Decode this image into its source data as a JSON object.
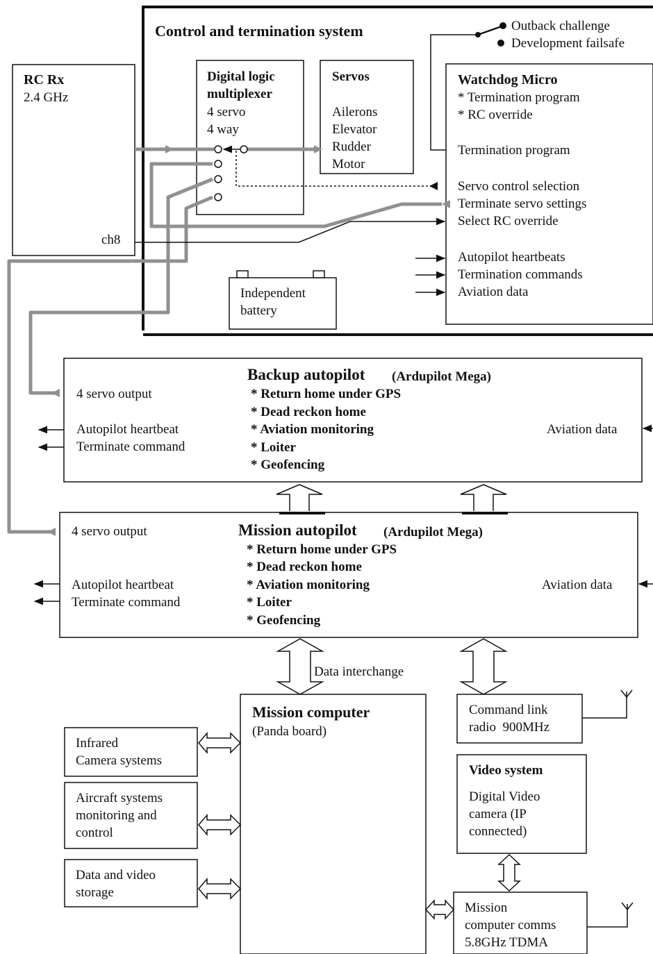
{
  "control_system": {
    "title": "Control and termination system",
    "switch_option_1": "Outback challenge",
    "switch_option_2": "Development failsafe",
    "battery_label": "Independent\nbattery"
  },
  "rc_rx": {
    "title": "RC Rx",
    "freq": "2.4 GHz",
    "ch8": "ch8"
  },
  "multiplexer": {
    "title": "Digital logic\nmultiplexer",
    "spec": "4 servo\n4 way"
  },
  "servos": {
    "title": "Servos",
    "items": [
      "Ailerons",
      "Elevator",
      "Rudder",
      "Motor"
    ]
  },
  "watchdog": {
    "title": "Watchdog Micro",
    "features": [
      "* Termination program",
      "* RC override"
    ],
    "termination_program": "Termination program",
    "servo_control": "Servo control selection",
    "terminate_servo": "Terminate servo settings",
    "select_rc": "Select RC override",
    "inputs": [
      "Autopilot heartbeats",
      "Termination commands",
      "Aviation data"
    ]
  },
  "backup_autopilot": {
    "title": "Backup autopilot",
    "subtitle": "(Ardupilot Mega)",
    "servo_output": "4 servo output",
    "outputs": [
      "Autopilot heartbeat",
      "Terminate command"
    ],
    "features": [
      "* Return home  under GPS",
      "* Dead reckon home",
      "* Aviation monitoring",
      "* Loiter",
      "* Geofencing"
    ],
    "aviation_data": "Aviation data"
  },
  "mission_autopilot": {
    "title": "Mission autopilot",
    "subtitle": "(Ardupilot Mega)",
    "servo_output": "4 servo output",
    "outputs": [
      "Autopilot heartbeat",
      "Terminate command"
    ],
    "features": [
      "* Return home  under GPS",
      "* Dead reckon home",
      "* Aviation monitoring",
      "* Loiter",
      "* Geofencing"
    ],
    "aviation_data": "Aviation data"
  },
  "data_interchange": "Data interchange",
  "mission_computer": {
    "title": "Mission computer",
    "subtitle": "(Panda board)"
  },
  "peripherals": {
    "infrared": "Infrared\nCamera systems",
    "aircraft": "Aircraft systems\nmonitoring and\ncontrol",
    "storage": "Data and video\nstorage"
  },
  "command_link": "Command link\nradio  900MHz",
  "video_system": {
    "title": "Video system",
    "body": "Digital Video\ncamera (IP\nconnected)"
  },
  "comms": "Mission\ncomputer comms\n5.8GHz TDMA"
}
